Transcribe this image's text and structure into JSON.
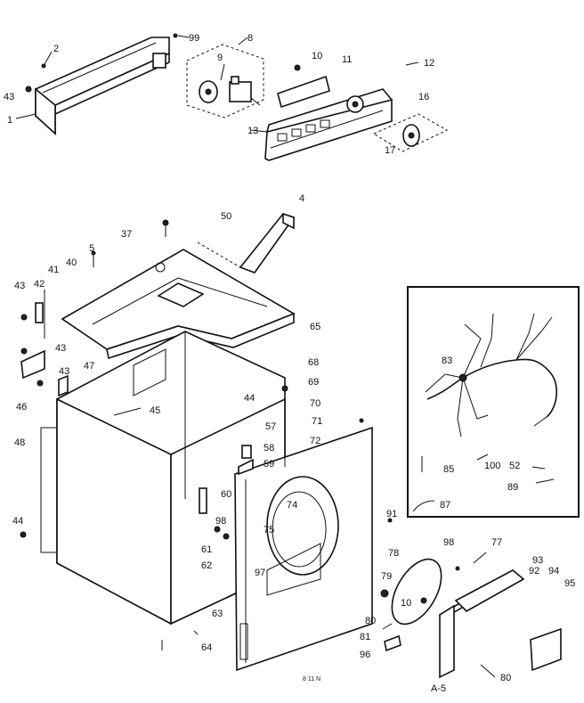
{
  "diagram": {
    "callouts": {
      "c1": "1",
      "c2": "2",
      "c43a": "43",
      "c99": "99",
      "c8": "8",
      "c9": "9",
      "c10a": "10",
      "c11": "11",
      "c12": "12",
      "c13": "13",
      "c16": "16",
      "c17": "17",
      "c4": "4",
      "c37": "37",
      "c50": "50",
      "c5": "5",
      "c43b": "43",
      "c42": "42",
      "c41": "41",
      "c40": "40",
      "c65": "65",
      "c43c": "43",
      "c43d": "43",
      "c46": "46",
      "c47": "47",
      "c45": "45",
      "c48": "48",
      "c44a": "44",
      "c68": "68",
      "c44b": "44",
      "c69": "69",
      "c70": "70",
      "c71": "71",
      "c72": "72",
      "c57": "57",
      "c58": "58",
      "c59": "59",
      "c60": "60",
      "c74": "74",
      "c75": "75",
      "c97a": "97",
      "c98a": "98",
      "c61": "61",
      "c62": "62",
      "c63": "63",
      "c64": "64",
      "c91": "91",
      "c78": "78",
      "c79": "79",
      "c10b": "10",
      "c98b": "98",
      "c77": "77",
      "c93": "93",
      "c92": "92",
      "c94": "94",
      "c95": "95",
      "c80a": "80",
      "c81": "81",
      "c96": "96",
      "c80b": "80",
      "c97b": "A-5",
      "c83": "83",
      "c85": "85",
      "c100": "100",
      "c52": "52",
      "c89": "89",
      "c87": "87"
    },
    "footnote": "8 11 N"
  }
}
